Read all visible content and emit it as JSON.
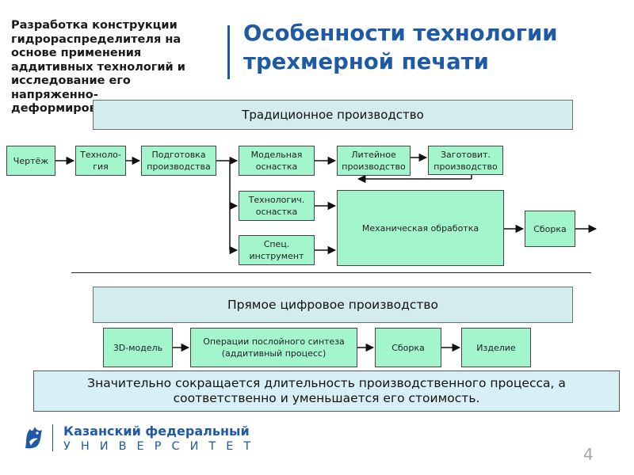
{
  "slide": {
    "subtitle": "Разработка конструкции гидрораспределителя на основе применения аддитивных технологий и исследование его напряженно-деформированного состояния",
    "title": "Особенности технологии трехмерной печати",
    "page_number": "4"
  },
  "traditional": {
    "banner": "Традиционное производство",
    "nodes": {
      "drawing": "Чертёж",
      "technology": "Техноло-гия",
      "preparation": "Подготовка производства",
      "model_tooling": "Модельная оснастка",
      "casting": "Литейное производство",
      "blanks": "Заготовит. производство",
      "tech_tooling": "Технологич. оснастка",
      "special_tools": "Спец. инструмент",
      "machining": "Механическая обработка",
      "assembly": "Сборка"
    }
  },
  "digital": {
    "banner": "Прямое цифровое производство",
    "nodes": {
      "model3d": "3D-модель",
      "additive": "Операции послойного синтеза (аддитивный процесс)",
      "assembly": "Сборка",
      "product": "Изделие"
    }
  },
  "conclusion": "Значительно сокращается длительность производственного процесса, а соответственно и уменьшается его стоимость.",
  "footer": {
    "university_name": "Казанский федеральный",
    "university_word": "УНИВЕРСИТЕТ"
  },
  "colors": {
    "accent": "#1f5aa6",
    "node_fill": "#a3f5cc",
    "banner_fill": "#d3ecec",
    "note_fill": "#d7eff7"
  }
}
